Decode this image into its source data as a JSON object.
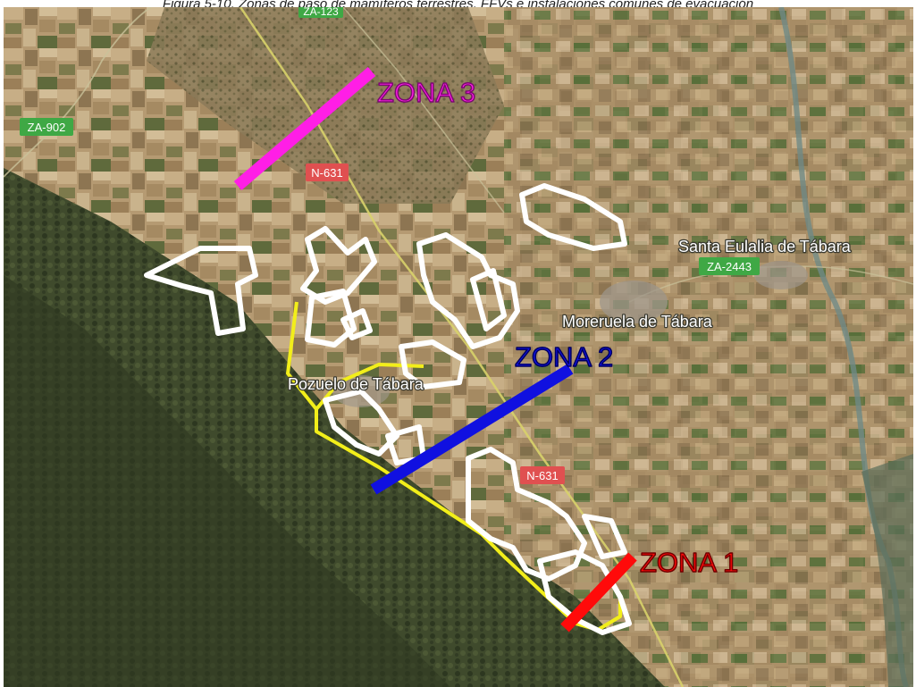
{
  "caption": "Figura 5-10. Zonas de paso de mamíferos terrestres, FFVs e instalaciones comunes de evacuación",
  "colors": {
    "zona_3": "#ff1ee6",
    "zona_2": "#1010e0",
    "zona_1": "#ff0a0a",
    "evacuation_line": "#f2ee1a",
    "plant_outline": "#ffffff",
    "road_shield": "#3fa845",
    "national_road_shield": "#e05050"
  },
  "roads": {
    "za_123": "ZA-123",
    "za_902": "ZA-902",
    "n_631_north": "N-631",
    "n_631_south": "N-631",
    "za_2443": "ZA-2443"
  },
  "places": {
    "santa_eulalia": "Santa Eulalia de Tábara",
    "moreruela": "Moreruela de Tábara",
    "pozuelo": "Pozuelo de Tábara"
  },
  "zones": {
    "zona_3": "ZONA 3",
    "zona_2": "ZONA 2",
    "zona_1": "ZONA 1"
  }
}
